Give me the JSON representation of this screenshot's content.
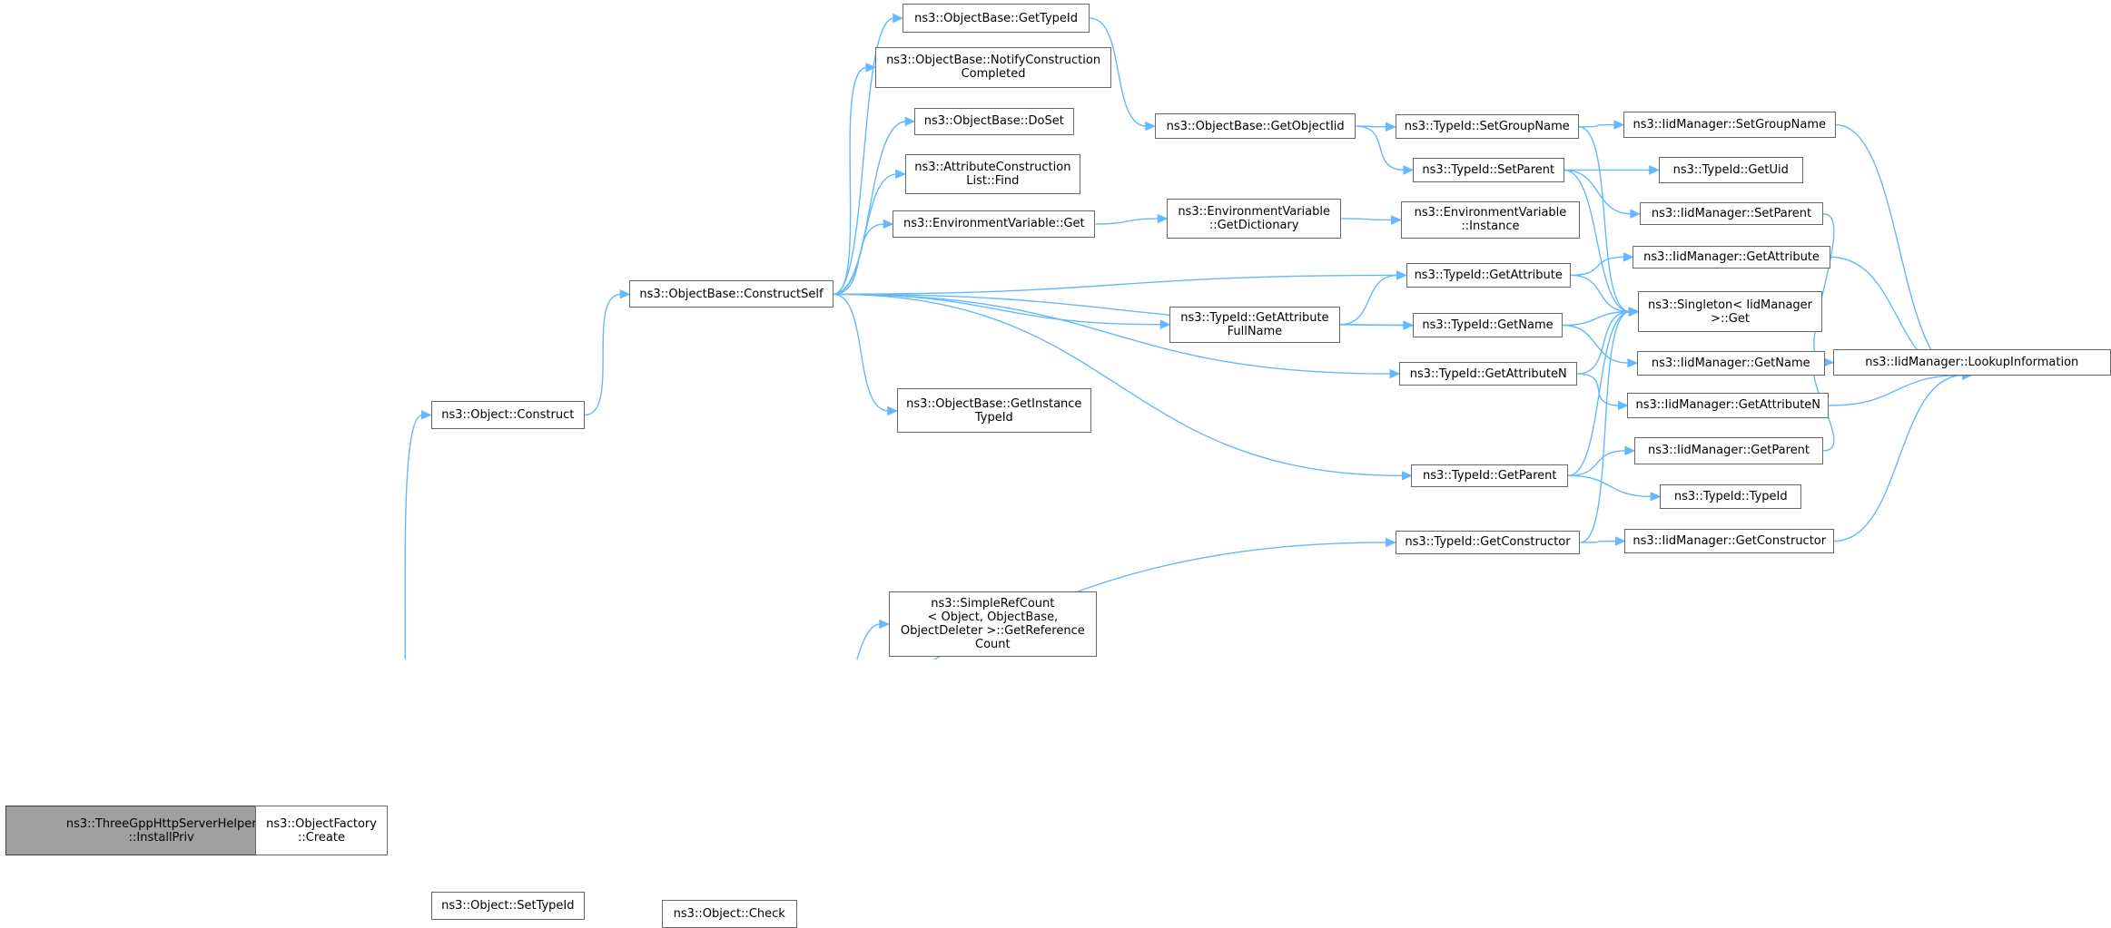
{
  "graph": {
    "edge_color": "#63b8ff",
    "root_fill": "#a0a0a0",
    "nodes": [
      {
        "id": "installpriv",
        "label": "ns3::ThreeGppHttpServerHelper\n::InstallPriv",
        "root": true
      },
      {
        "id": "factory_create",
        "label": "ns3::ObjectFactory\n::Create"
      },
      {
        "id": "obj_construct",
        "label": "ns3::Object::Construct"
      },
      {
        "id": "obj_settypeid",
        "label": "ns3::Object::SetTypeId"
      },
      {
        "id": "constructself",
        "label": "ns3::ObjectBase::ConstructSelf"
      },
      {
        "id": "obj_check",
        "label": "ns3::Object::Check"
      },
      {
        "id": "ob_gettypeid",
        "label": "ns3::ObjectBase::GetTypeId"
      },
      {
        "id": "ob_notify",
        "label": "ns3::ObjectBase::NotifyConstruction\nCompleted"
      },
      {
        "id": "ob_doset",
        "label": "ns3::ObjectBase::DoSet"
      },
      {
        "id": "acl_find",
        "label": "ns3::AttributeConstruction\nList::Find"
      },
      {
        "id": "env_get",
        "label": "ns3::EnvironmentVariable::Get"
      },
      {
        "id": "ob_getinstance",
        "label": "ns3::ObjectBase::GetInstance\nTypeId"
      },
      {
        "id": "simplerefcount",
        "label": "ns3::SimpleRefCount\n< Object, ObjectBase,\nObjectDeleter >::GetReference\nCount"
      },
      {
        "id": "ob_getobjectiid",
        "label": "ns3::ObjectBase::GetObjectIid"
      },
      {
        "id": "env_getdict",
        "label": "ns3::EnvironmentVariable\n::GetDictionary"
      },
      {
        "id": "tid_getattrfullname",
        "label": "ns3::TypeId::GetAttribute\nFullName"
      },
      {
        "id": "env_instance",
        "label": "ns3::EnvironmentVariable\n::Instance"
      },
      {
        "id": "tid_setgroupname",
        "label": "ns3::TypeId::SetGroupName"
      },
      {
        "id": "tid_setparent",
        "label": "ns3::TypeId::SetParent"
      },
      {
        "id": "tid_getattribute",
        "label": "ns3::TypeId::GetAttribute"
      },
      {
        "id": "tid_getname",
        "label": "ns3::TypeId::GetName"
      },
      {
        "id": "tid_getattributen",
        "label": "ns3::TypeId::GetAttributeN"
      },
      {
        "id": "tid_getparent",
        "label": "ns3::TypeId::GetParent"
      },
      {
        "id": "tid_getconstructor",
        "label": "ns3::TypeId::GetConstructor"
      },
      {
        "id": "iid_setgroupname",
        "label": "ns3::IidManager::SetGroupName"
      },
      {
        "id": "tid_getuid",
        "label": "ns3::TypeId::GetUid"
      },
      {
        "id": "iid_setparent",
        "label": "ns3::IidManager::SetParent"
      },
      {
        "id": "iid_getattribute",
        "label": "ns3::IidManager::GetAttribute"
      },
      {
        "id": "singleton_get",
        "label": "ns3::Singleton< IidManager\n>::Get"
      },
      {
        "id": "iid_getname",
        "label": "ns3::IidManager::GetName"
      },
      {
        "id": "iid_getattributen",
        "label": "ns3::IidManager::GetAttributeN"
      },
      {
        "id": "iid_getparent",
        "label": "ns3::IidManager::GetParent"
      },
      {
        "id": "tid_typeid",
        "label": "ns3::TypeId::TypeId"
      },
      {
        "id": "iid_getconstructor",
        "label": "ns3::IidManager::GetConstructor"
      },
      {
        "id": "iid_lookup",
        "label": "ns3::IidManager::LookupInformation"
      }
    ],
    "edges": [
      [
        "installpriv",
        "factory_create"
      ],
      [
        "factory_create",
        "obj_construct"
      ],
      [
        "factory_create",
        "obj_settypeid"
      ],
      [
        "factory_create",
        "tid_getconstructor"
      ],
      [
        "obj_construct",
        "constructself"
      ],
      [
        "obj_settypeid",
        "obj_check"
      ],
      [
        "obj_check",
        "simplerefcount"
      ],
      [
        "constructself",
        "ob_gettypeid"
      ],
      [
        "constructself",
        "ob_notify"
      ],
      [
        "constructself",
        "ob_doset"
      ],
      [
        "constructself",
        "acl_find"
      ],
      [
        "constructself",
        "env_get"
      ],
      [
        "constructself",
        "tid_getattribute"
      ],
      [
        "constructself",
        "tid_getattrfullname"
      ],
      [
        "constructself",
        "tid_getattributen"
      ],
      [
        "constructself",
        "ob_getinstance"
      ],
      [
        "constructself",
        "tid_getname"
      ],
      [
        "constructself",
        "tid_getparent"
      ],
      [
        "ob_gettypeid",
        "ob_getobjectiid"
      ],
      [
        "ob_getobjectiid",
        "tid_setgroupname"
      ],
      [
        "ob_getobjectiid",
        "tid_setparent"
      ],
      [
        "env_get",
        "env_getdict"
      ],
      [
        "env_getdict",
        "env_instance"
      ],
      [
        "tid_getattrfullname",
        "tid_getattribute"
      ],
      [
        "tid_getattrfullname",
        "tid_getname"
      ],
      [
        "tid_setgroupname",
        "iid_setgroupname"
      ],
      [
        "tid_setgroupname",
        "singleton_get"
      ],
      [
        "tid_setparent",
        "tid_getuid"
      ],
      [
        "tid_setparent",
        "iid_setparent"
      ],
      [
        "tid_setparent",
        "singleton_get"
      ],
      [
        "tid_getattribute",
        "iid_getattribute"
      ],
      [
        "tid_getattribute",
        "singleton_get"
      ],
      [
        "tid_getname",
        "singleton_get"
      ],
      [
        "tid_getname",
        "iid_getname"
      ],
      [
        "tid_getattributen",
        "iid_getattributen"
      ],
      [
        "tid_getattributen",
        "singleton_get"
      ],
      [
        "tid_getparent",
        "singleton_get"
      ],
      [
        "tid_getparent",
        "iid_getparent"
      ],
      [
        "tid_getparent",
        "tid_typeid"
      ],
      [
        "tid_getconstructor",
        "singleton_get"
      ],
      [
        "tid_getconstructor",
        "iid_getconstructor"
      ],
      [
        "iid_setgroupname",
        "iid_lookup"
      ],
      [
        "iid_setparent",
        "iid_lookup"
      ],
      [
        "iid_getattribute",
        "iid_lookup"
      ],
      [
        "iid_getname",
        "iid_lookup"
      ],
      [
        "iid_getattributen",
        "iid_lookup"
      ],
      [
        "iid_getparent",
        "iid_lookup"
      ],
      [
        "iid_getconstructor",
        "iid_lookup"
      ]
    ]
  }
}
